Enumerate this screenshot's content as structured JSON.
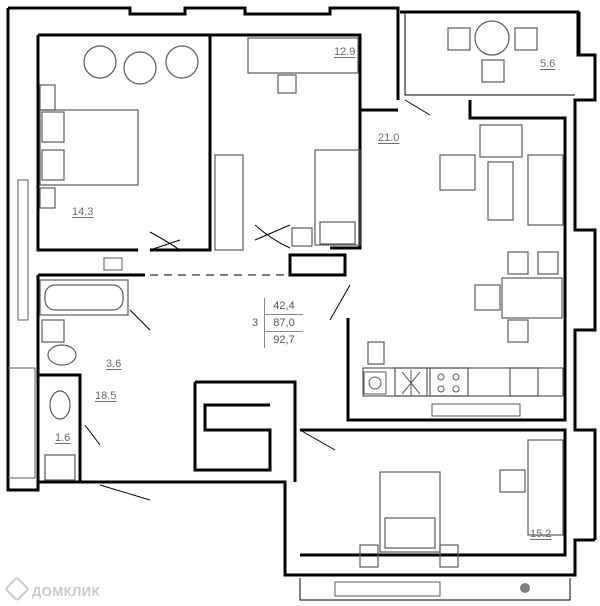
{
  "plan": {
    "rooms": [
      {
        "id": "bedroom-left",
        "area": "14.3"
      },
      {
        "id": "bedroom-top",
        "area": "12.9"
      },
      {
        "id": "hallway",
        "area": "21.0"
      },
      {
        "id": "balcony",
        "area": "5.6"
      },
      {
        "id": "bathroom",
        "area": "3.6"
      },
      {
        "id": "corridor",
        "area": "18.5"
      },
      {
        "id": "toilet",
        "area": "1.6"
      },
      {
        "id": "bedroom-bottom",
        "area": "15.2"
      }
    ],
    "summary": {
      "rooms_count": "3",
      "living_area": "42,4",
      "total_area": "87,0",
      "total_with_balcony": "92,7"
    }
  },
  "watermark": {
    "text": "ДОМКЛИК"
  },
  "colors": {
    "wall": "#000000",
    "furniture": "#5a5a5a",
    "text": "#6b6b6b"
  }
}
